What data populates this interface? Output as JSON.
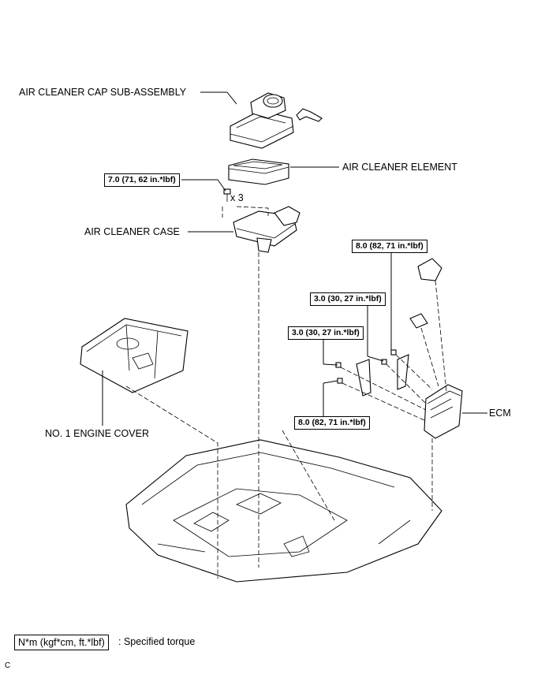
{
  "labels": {
    "air_cleaner_cap": "AIR CLEANER CAP SUB-ASSEMBLY",
    "air_cleaner_element": "AIR CLEANER ELEMENT",
    "air_cleaner_case": "AIR CLEANER CASE",
    "engine_cover": "NO. 1 ENGINE COVER",
    "ecm": "ECM"
  },
  "torques": {
    "case_bolts": "7.0 (71, 62 in.*lbf)",
    "bracket_upper": "8.0 (82, 71 in.*lbf)",
    "bracket_mid": "3.0 (30, 27 in.*lbf)",
    "bracket_left": "3.0 (30, 27 in.*lbf)",
    "bracket_lower": "8.0 (82, 71 in.*lbf)"
  },
  "quantity": "x 3",
  "legend": {
    "unit": "N*m (kgf*cm, ft.*lbf)",
    "description": ": Specified torque"
  },
  "figure_code": "C"
}
